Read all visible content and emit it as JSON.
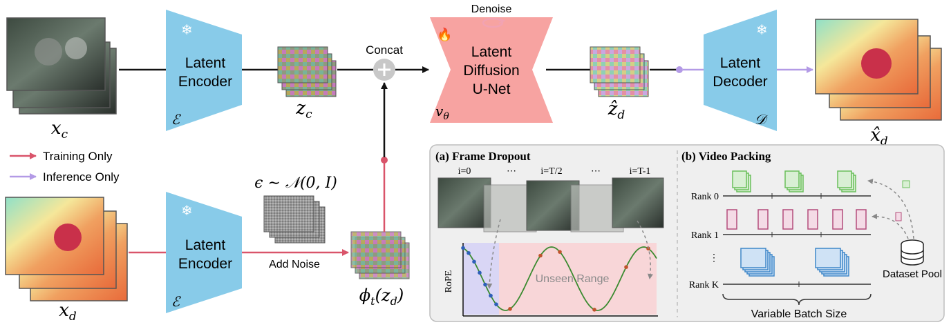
{
  "inputs": {
    "x_c": "x",
    "x_c_sub": "c",
    "x_d": "x",
    "x_d_sub": "d"
  },
  "encoder_top": {
    "line1": "Latent",
    "line2": "Encoder",
    "symbol": "ℰ"
  },
  "encoder_bottom": {
    "line1": "Latent",
    "line2": "Encoder",
    "symbol": "ℰ"
  },
  "z_c": {
    "main": "z",
    "sub": "c"
  },
  "concat": {
    "label": "Concat"
  },
  "unet": {
    "line1": "Latent",
    "line2": "Diffusion",
    "line3": "U-Net",
    "symbol": "v",
    "symbol_sub": "θ",
    "denoise_label": "Denoise"
  },
  "z_hat_d": {
    "main": "ẑ",
    "sub": "d"
  },
  "decoder": {
    "line1": "Latent",
    "line2": "Decoder",
    "symbol": "𝒟"
  },
  "x_hat_d": {
    "main": "x̂",
    "sub": "d"
  },
  "noise": {
    "formula": "ϵ ∼ 𝒩(0, I)",
    "add_label": "Add Noise"
  },
  "phi": {
    "label": "ϕ",
    "arg": "t",
    "rest": "(z",
    "rest_sub": "d",
    "close": ")"
  },
  "legend": {
    "training": "Training Only",
    "inference": "Inference Only",
    "training_color": "#d9546a",
    "inference_color": "#b39ae6"
  },
  "panel_a": {
    "title": "(a) Frame Dropout",
    "frame_labels": [
      "i=0",
      "⋯",
      "i=T/2",
      "⋯",
      "i=T-1"
    ],
    "ylabel": "RoPE",
    "unseen_label": "Unseen Range"
  },
  "panel_b": {
    "title": "(b) Video Packing",
    "ranks": [
      "Rank 0",
      "Rank 1",
      "⋮",
      "Rank K"
    ],
    "pool_label": "Dataset Pool",
    "batch_label": "Variable Batch Size"
  },
  "colors": {
    "encoder_blue": "#88cbe9",
    "unet_red": "#f7a3a1",
    "panel_bg": "#efefef",
    "green_box": "#6abf5b",
    "pink_box": "#b34c7b",
    "blue_box": "#3f87c9"
  }
}
